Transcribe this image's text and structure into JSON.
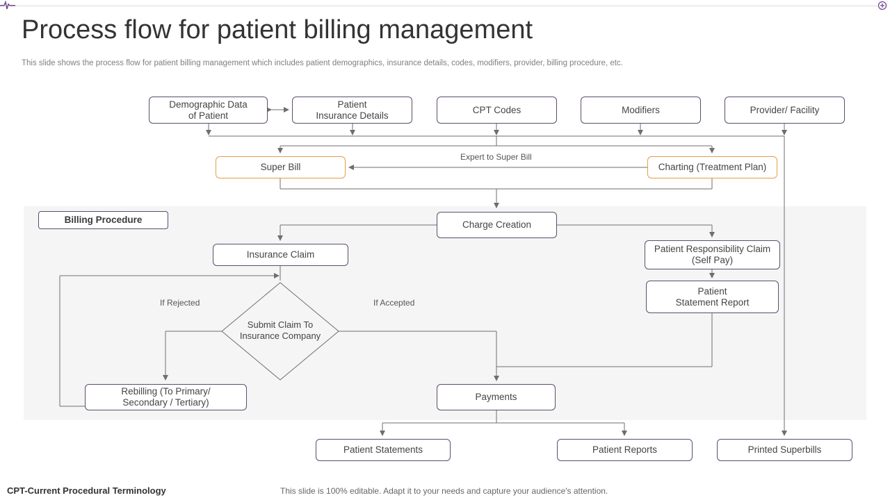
{
  "slide": {
    "title": "Process flow for patient billing management",
    "subtitle": "This slide shows the process flow for patient billing management which includes patient demographics, insurance details, codes, modifiers, provider, billing procedure, etc."
  },
  "inputs": {
    "demographic": "Demographic  Data\nof Patient",
    "insurance_details": "Patient\nInsurance Details",
    "cpt_codes": "CPT Codes",
    "modifiers": "Modifiers",
    "provider": "Provider/  Facility"
  },
  "bill": {
    "super_bill": "Super Bill",
    "expert_label": "Expert to Super Bill",
    "charting": "Charting  (Treatment Plan)"
  },
  "procedure": {
    "section_label": "Billing Procedure",
    "charge_creation": "Charge  Creation",
    "insurance_claim": "Insurance  Claim",
    "submit_claim": "Submit Claim To\nInsurance Company",
    "if_rejected": "If Rejected",
    "if_accepted": "If Accepted",
    "rebilling": "Rebilling  (To Primary/\nSecondary / Tertiary)",
    "payments": "Payments",
    "self_pay_claim": "Patient Responsibility Claim\n(Self Pay)",
    "statement_report": "Patient\nStatement Report"
  },
  "outputs": {
    "patient_statements": "Patient Statements",
    "patient_reports": "Patient Reports",
    "printed_superbills": "Printed Superbills"
  },
  "footer": {
    "abbreviation": "CPT-Current  Procedural Terminology",
    "note": "This slide is 100% editable. Adapt it to your needs and capture your audience's attention."
  },
  "colors": {
    "box_border": "#5c4c70",
    "highlight_border": "#e0a044",
    "connector": "#6e6e6e",
    "band": "#f5f5f5"
  }
}
